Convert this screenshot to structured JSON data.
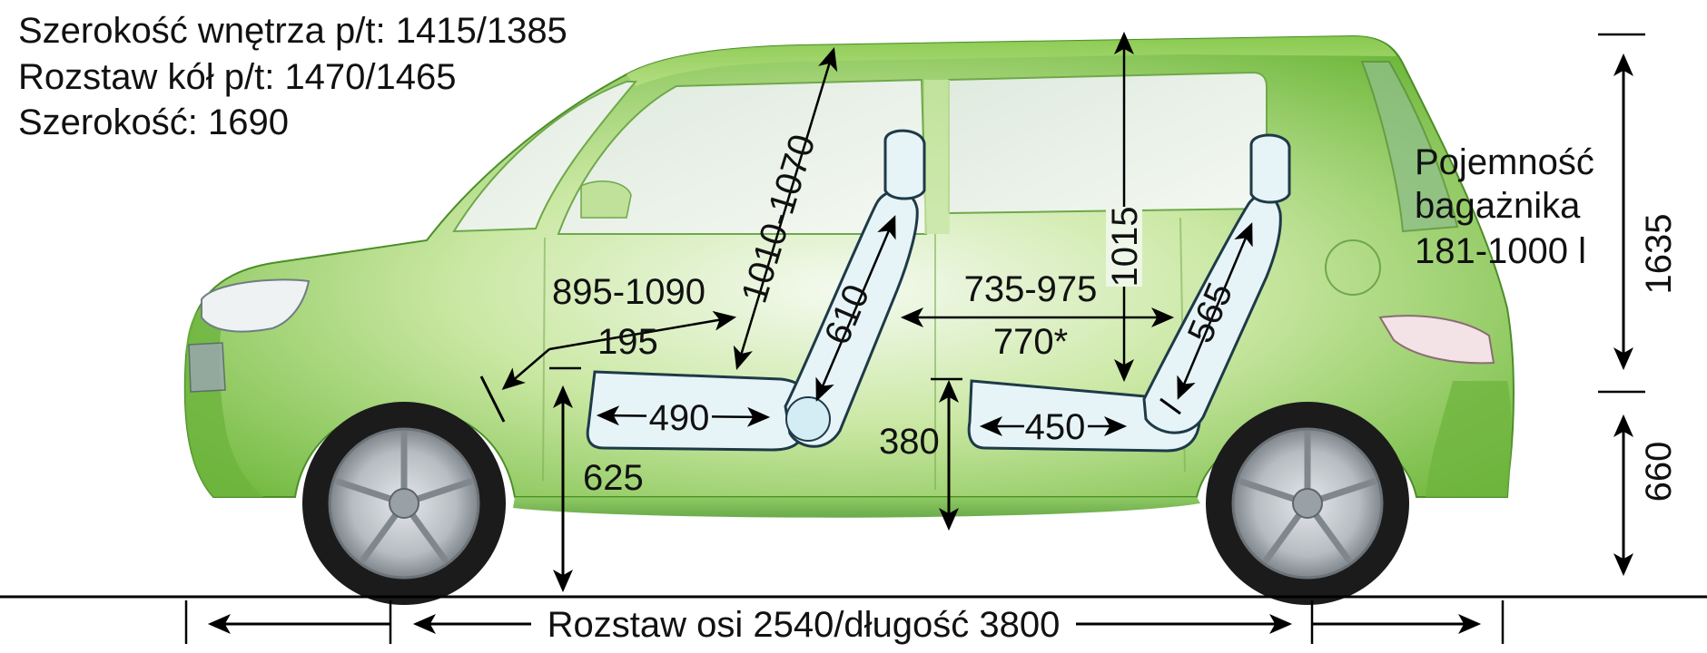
{
  "specs": {
    "interior_width": "Szerokość wnętrza p/t: 1415/1385",
    "track": "Rozstaw kół p/t: 1470/1465",
    "width": "Szerokość: 1690"
  },
  "trunk": {
    "line1": "Pojemność",
    "line2": "bagażnika",
    "line3": "181-1000 l"
  },
  "dimensions": {
    "front_legroom": "895-1090",
    "front_headroom": "1010-1070",
    "front_backrest": "610",
    "front_seat_depth": "490",
    "front_seat_height": "625",
    "front_floor": "195",
    "rear_legroom": "735-975",
    "rear_legroom_alt": "770*",
    "rear_headroom": "1015",
    "rear_backrest": "565",
    "rear_seat_depth": "450",
    "rear_seat_height": "380",
    "roof_height": "1635",
    "lower_height": "660",
    "wheelbase_length": "Rozstaw osi 2540/długość 3800"
  },
  "colors": {
    "body_light": "#d6ecb4",
    "body_mid": "#9fd36a",
    "body_dark": "#5aa832",
    "seat_fill": "#e6f4f8",
    "seat_stroke": "#1e3a48",
    "window": "#e9f1ea",
    "tire": "#1b1b1b",
    "rim": "#b9bfc3",
    "arrow": "#000000"
  }
}
